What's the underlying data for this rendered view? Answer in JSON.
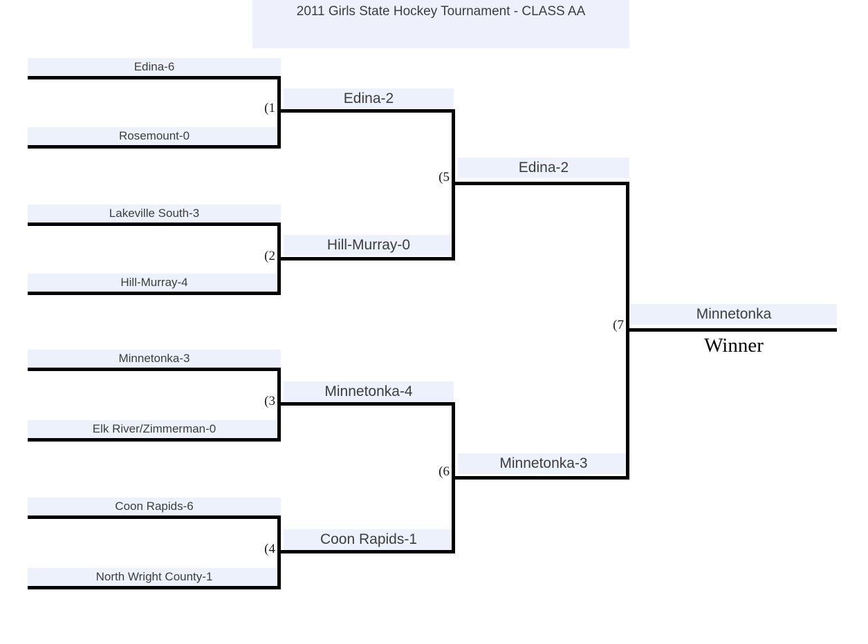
{
  "title": "2011 Girls State Hockey Tournament - CLASS AA",
  "colors": {
    "label_background": "#edf1fc",
    "line": "#000000",
    "text": "#3d3d3d"
  },
  "round1": [
    {
      "game_label": "(1",
      "top_team": "Edina-6",
      "bottom_team": "Rosemount-0",
      "winner": "Edina-2"
    },
    {
      "game_label": "(2",
      "top_team": "Lakeville South-3",
      "bottom_team": "Hill-Murray-4",
      "winner": "Hill-Murray-0"
    },
    {
      "game_label": "(3",
      "top_team": "Minnetonka-3",
      "bottom_team": "Elk River/Zimmerman-0",
      "winner": "Minnetonka-4"
    },
    {
      "game_label": "(4",
      "top_team": "Coon Rapids-6",
      "bottom_team": "North Wright County-1",
      "winner": "Coon Rapids-1"
    }
  ],
  "semifinals": [
    {
      "game_label": "(5",
      "winner": "Edina-2"
    },
    {
      "game_label": "(6",
      "winner": "Minnetonka-3"
    }
  ],
  "final": {
    "game_label": "(7",
    "winner": "Minnetonka",
    "winner_caption": "Winner"
  }
}
